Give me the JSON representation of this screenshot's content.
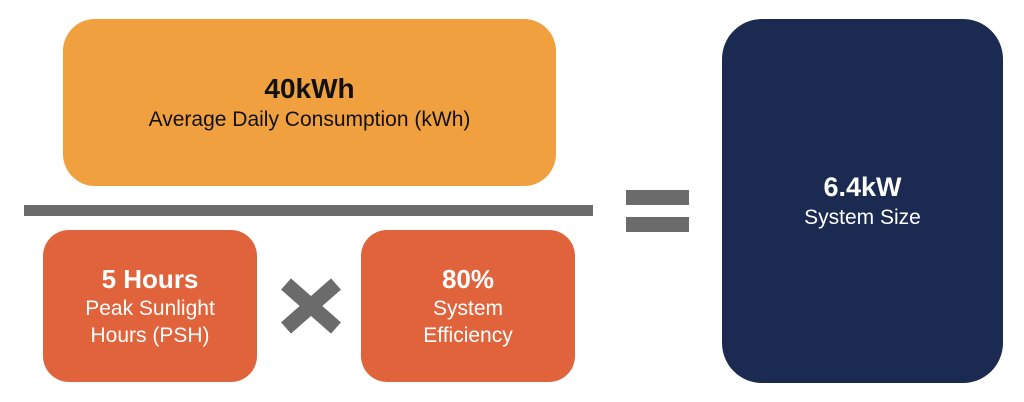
{
  "numerator": {
    "value": "40kWh",
    "label": "Average Daily Consumption (kWh)",
    "color": "#f0a03f"
  },
  "denominator": {
    "peak_sunlight": {
      "value": "5 Hours",
      "label_line1": "Peak Sunlight",
      "label_line2": "Hours (PSH)"
    },
    "efficiency": {
      "value": "80%",
      "label_line1": "System",
      "label_line2": "Efficiency"
    },
    "color": "#e0633b",
    "operator_icon": "multiply-icon"
  },
  "equals_icon": "equals-icon",
  "result": {
    "value": "6.4kW",
    "label": "System Size",
    "color": "#1b2a50"
  }
}
